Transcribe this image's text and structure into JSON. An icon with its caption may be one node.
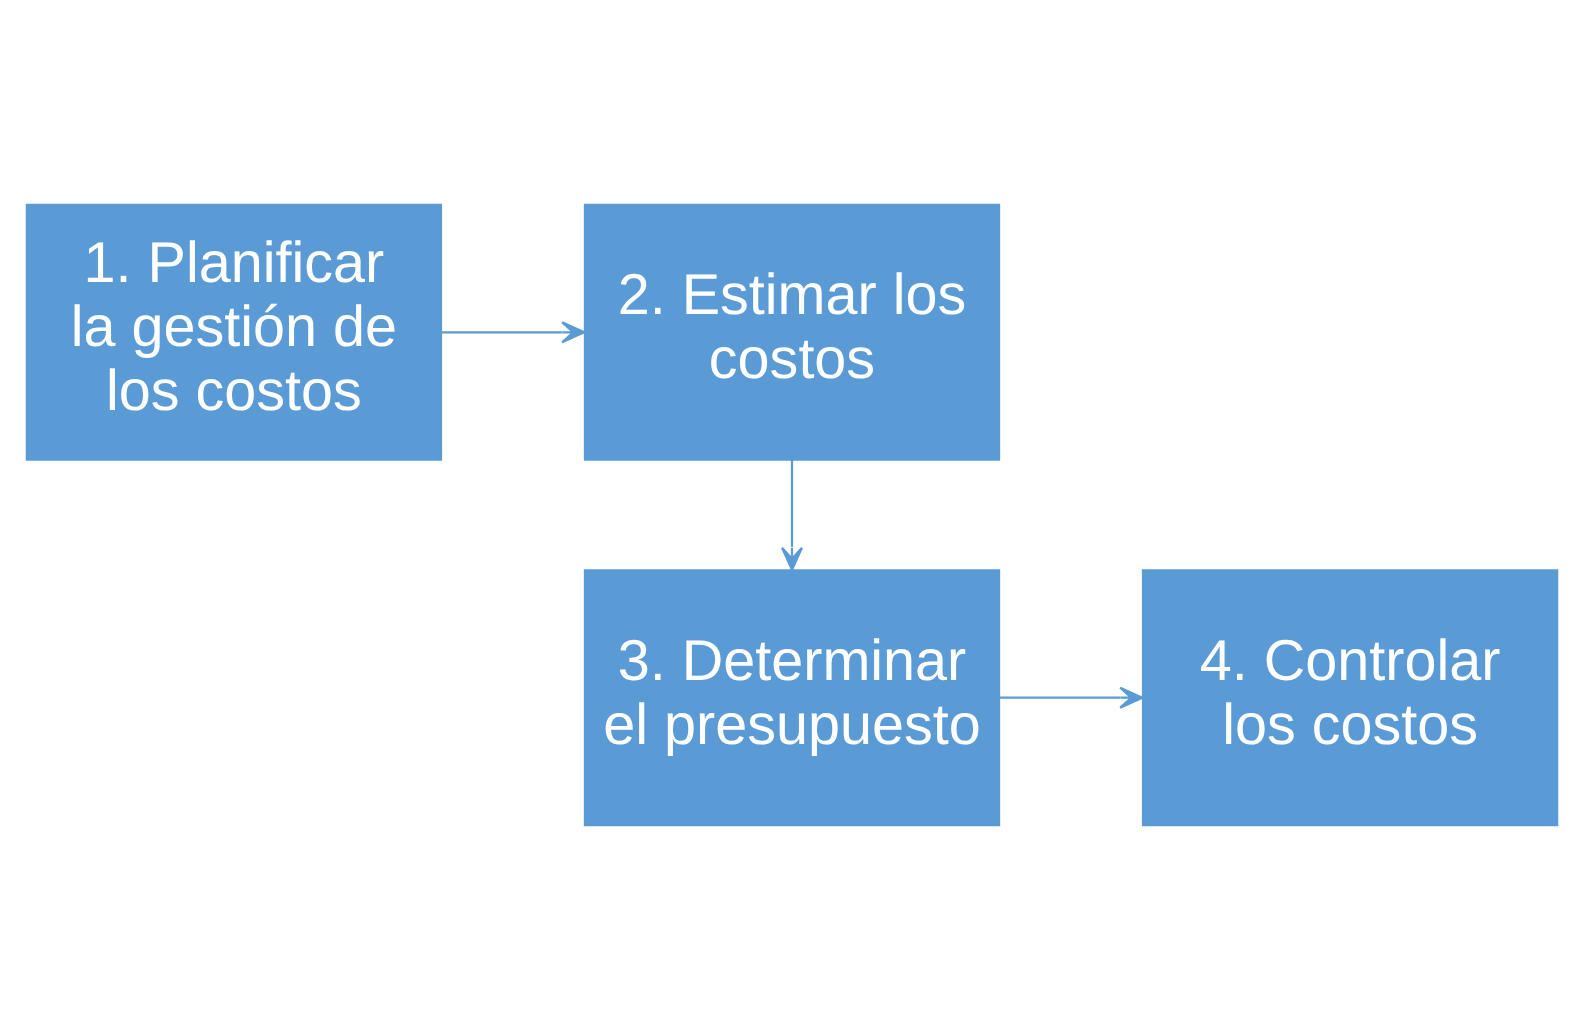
{
  "diagram": {
    "nodes": [
      {
        "text": [
          "1. Planificar la gestión de los costos"
        ]
      },
      {
        "text": [
          "2. Estimar los costos"
        ]
      },
      {
        "text": [
          "3. Determinar el presupuesto"
        ]
      },
      {
        "text": [
          "4. Controlar los costos"
        ]
      }
    ],
    "edges": [
      {
        "from": 0,
        "to": 1,
        "arrow": "to"
      },
      {
        "from": 1,
        "to": 2,
        "arrow": "to"
      },
      {
        "from": 2,
        "to": 3,
        "arrow": "to"
      }
    ]
  }
}
